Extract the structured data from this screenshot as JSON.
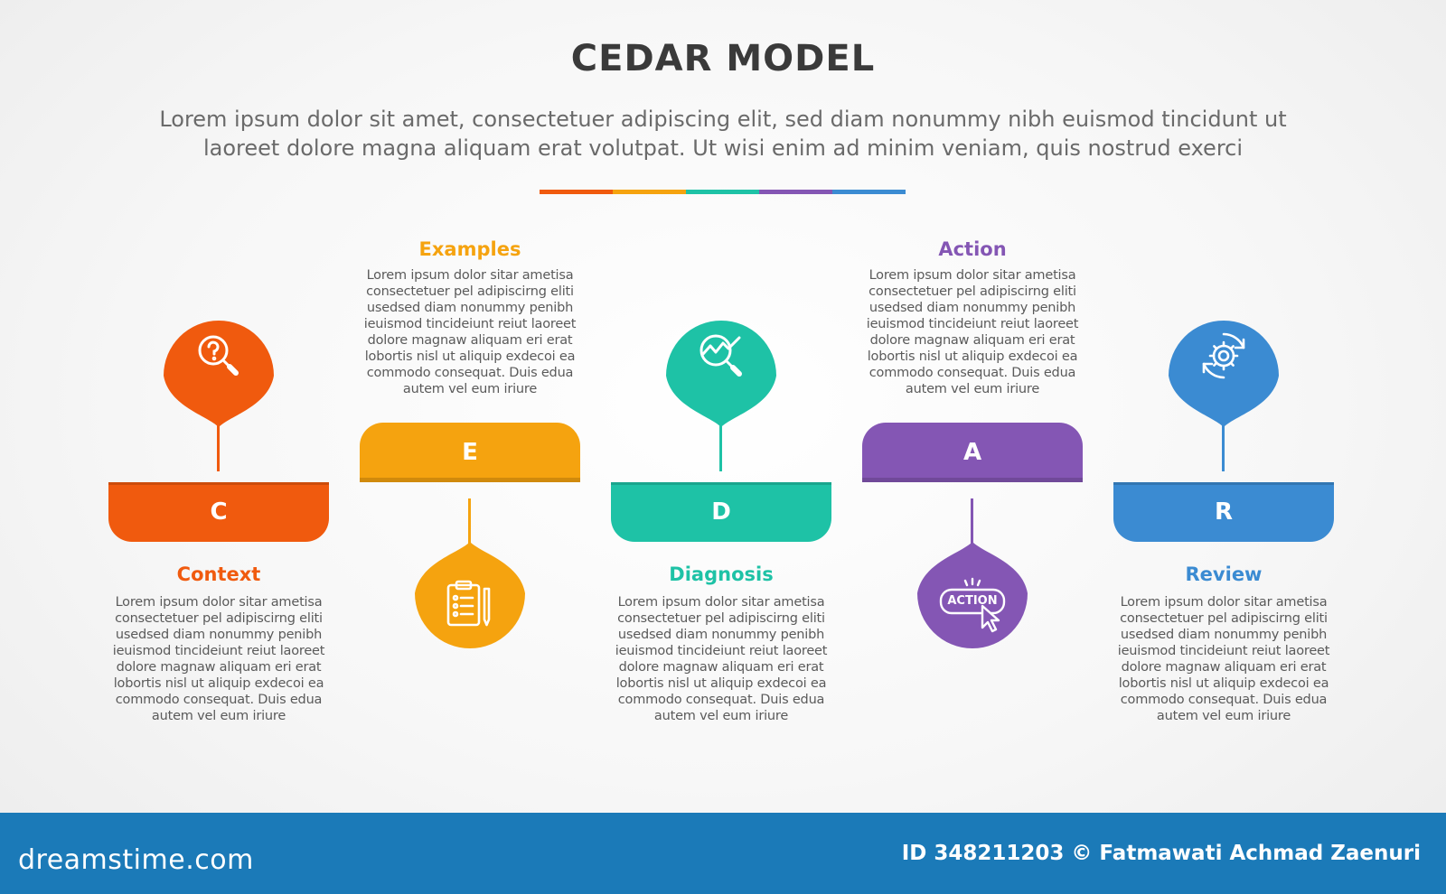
{
  "header": {
    "title": "CEDAR MODEL",
    "subtitle_line1": "Lorem ipsum dolor sit amet, consectetuer adipiscing elit, sed diam nonummy nibh euismod tincidunt ut",
    "subtitle_line2": "laoreet dolore magna aliquam erat volutpat. Ut wisi enim ad minim veniam, quis nostrud exerci"
  },
  "colors": {
    "context": "#f05a0e",
    "examples": "#f5a30f",
    "diagnosis": "#1ec2a6",
    "action": "#8456b4",
    "review": "#3b8bd2",
    "footer": "#1b7ab8"
  },
  "steps": [
    {
      "letter": "C",
      "label": "Context",
      "icon": "magnifier-question-icon",
      "text": [
        "Lorem ipsum dolor sitar ametisa",
        "consectetuer pel adipiscirng eliti",
        "usedsed diam nonummy penibh",
        "ieuismod tincideiunt reiut laoreet",
        "dolore magnaw aliquam eri erat",
        "lobortis nisl ut aliquip exdecoi ea",
        "commodo consequat. Duis edua",
        "autem vel eum iriure"
      ]
    },
    {
      "letter": "E",
      "label": "Examples",
      "icon": "clipboard-checklist-icon",
      "text": [
        "Lorem ipsum dolor sitar ametisa",
        "consectetuer pel adipiscirng eliti",
        "usedsed diam nonummy penibh",
        "ieuismod tincideiunt reiut laoreet",
        "dolore magnaw aliquam eri erat",
        "lobortis nisl ut aliquip exdecoi ea",
        "commodo consequat. Duis edua",
        "autem vel eum iriure"
      ]
    },
    {
      "letter": "D",
      "label": "Diagnosis",
      "icon": "chart-magnifier-icon",
      "text": [
        "Lorem ipsum dolor sitar ametisa",
        "consectetuer pel adipiscirng eliti",
        "usedsed diam nonummy penibh",
        "ieuismod tincideiunt reiut laoreet",
        "dolore magnaw aliquam eri erat",
        "lobortis nisl ut aliquip exdecoi ea",
        "commodo consequat. Duis edua",
        "autem vel eum iriure"
      ]
    },
    {
      "letter": "A",
      "label": "Action",
      "icon": "action-button-cursor-icon",
      "icon_text": "ACTION",
      "text": [
        "Lorem ipsum dolor sitar ametisa",
        "consectetuer pel adipiscirng eliti",
        "usedsed diam nonummy penibh",
        "ieuismod tincideiunt reiut laoreet",
        "dolore magnaw aliquam eri erat",
        "lobortis nisl ut aliquip exdecoi ea",
        "commodo consequat. Duis edua",
        "autem vel eum iriure"
      ]
    },
    {
      "letter": "R",
      "label": "Review",
      "icon": "gear-refresh-icon",
      "text": [
        "Lorem ipsum dolor sitar ametisa",
        "consectetuer pel adipiscirng eliti",
        "usedsed diam nonummy penibh",
        "ieuismod tincideiunt reiut laoreet",
        "dolore magnaw aliquam eri erat",
        "lobortis nisl ut aliquip exdecoi ea",
        "commodo consequat. Duis edua",
        "autem vel eum iriure"
      ]
    }
  ],
  "footer": {
    "logo": "dreamstime.com",
    "credit": "ID 348211203 © Fatmawati  Achmad Zaenuri"
  }
}
